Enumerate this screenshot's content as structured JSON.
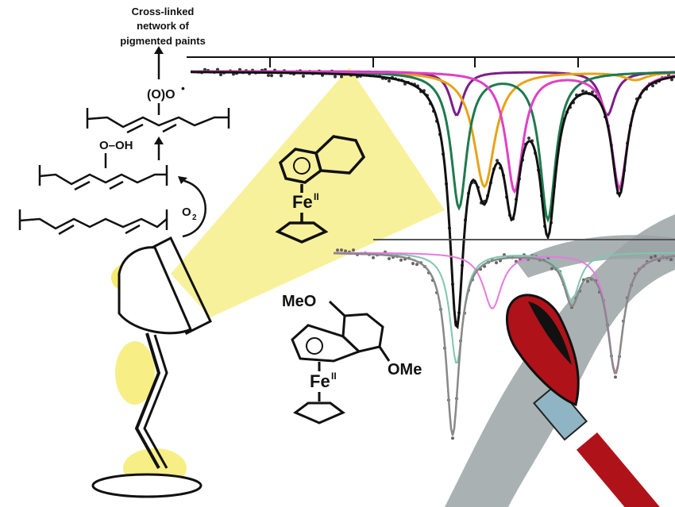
{
  "scheme": {
    "product_lines": [
      "Cross-linked",
      "network of",
      "pigmented paints"
    ],
    "peroxide_label": "(O)O",
    "radical_dot": "•",
    "hydroperoxide_label": "O–OH",
    "oxygen_label": "O",
    "oxygen_subscript": "2"
  },
  "catalysts": [
    {
      "metal_label": "Fe",
      "oxidation_state": "II"
    },
    {
      "metal_label": "Fe",
      "oxidation_state": "II",
      "substituents": [
        "MeO",
        "OMe"
      ]
    }
  ],
  "spectra": {
    "colors": {
      "fit": "#111111",
      "points": "#333333",
      "purple": "#7b1f87",
      "orange": "#e8a317",
      "green": "#1f7a4d",
      "magenta": "#e040c8",
      "teal": "#7fc6b0",
      "pink": "#e87adf"
    }
  },
  "colors": {
    "light_beam": "#f7ee8a",
    "glow": "#f4e95e",
    "paint_stroke": "#9aa3a6",
    "brush_red": "#b0121a",
    "oxygen_red": "#d21c1c"
  }
}
